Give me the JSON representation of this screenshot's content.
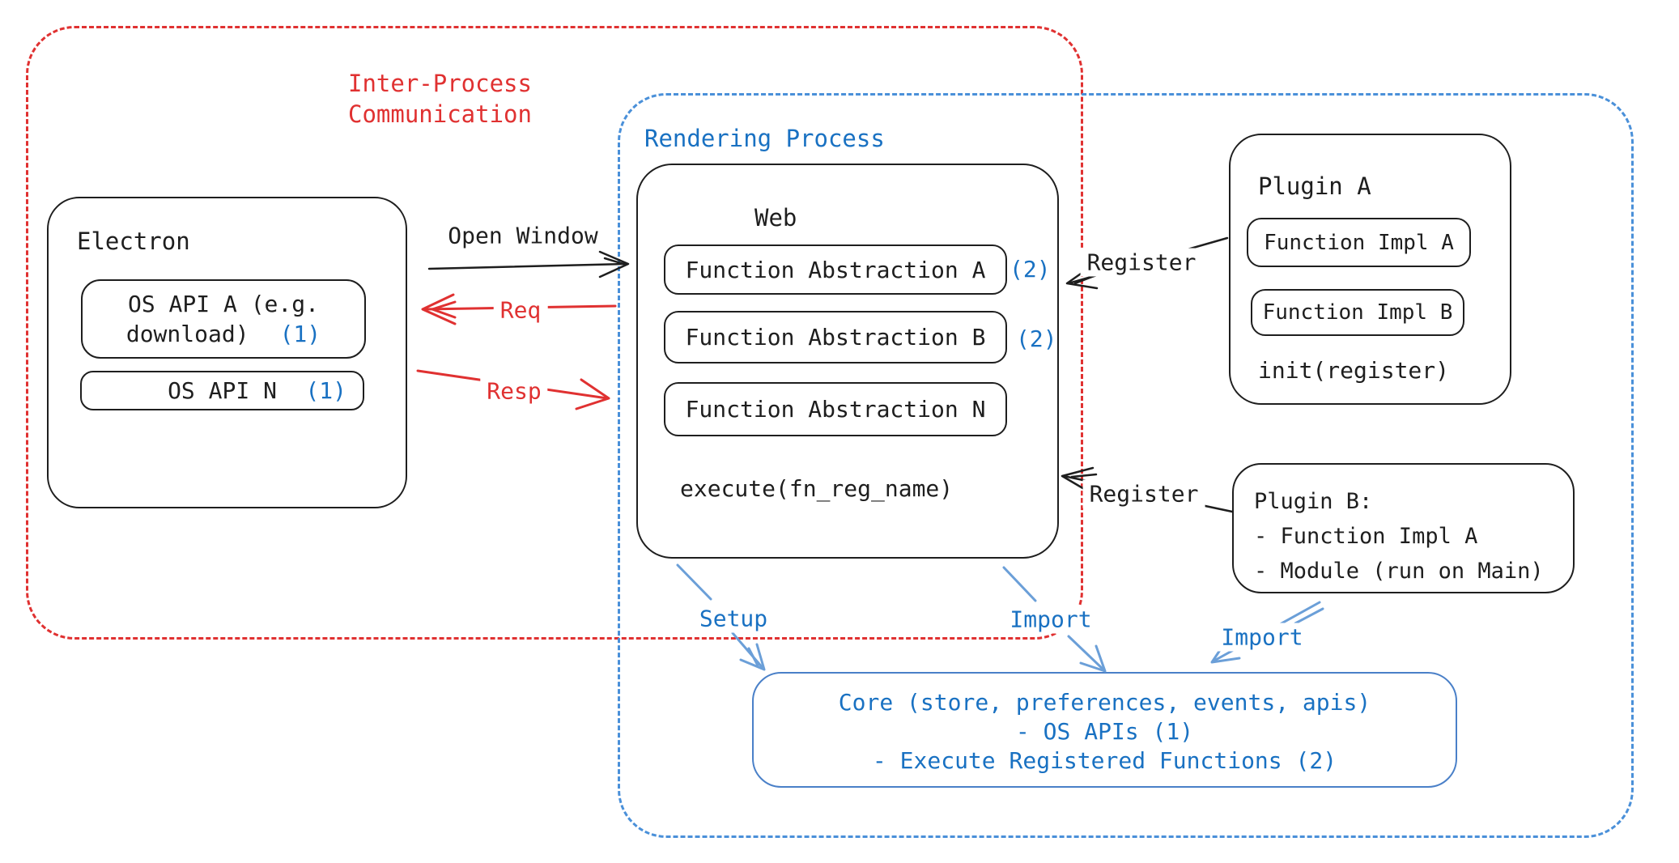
{
  "diagram": {
    "ipc": {
      "title_line1": "Inter-Process",
      "title_line2": "Communication"
    },
    "rendering_process": {
      "title": "Rendering Process"
    },
    "electron": {
      "title": "Electron",
      "os_api_a_line1": "OS API A (e.g.",
      "os_api_a_line2": "download)",
      "os_api_a_ref": "(1)",
      "os_api_n": "OS API N",
      "os_api_n_ref": "(1)"
    },
    "web": {
      "title": "Web",
      "function_abstraction_a": "Function Abstraction A",
      "function_abstraction_a_ref": "(2)",
      "function_abstraction_b": "Function Abstraction B",
      "function_abstraction_b_ref": "(2)",
      "function_abstraction_n": "Function Abstraction N",
      "execute_label": "execute(fn_reg_name)"
    },
    "plugin_a": {
      "title": "Plugin A",
      "function_impl_a": "Function Impl A",
      "function_impl_b": "Function Impl B",
      "init_label": "init(register)"
    },
    "plugin_b": {
      "title": "Plugin B:",
      "item_1": "- Function Impl A",
      "item_2": "- Module (run on Main)"
    },
    "core": {
      "line1": "Core (store, preferences, events, apis)",
      "line2": "- OS APIs (1)",
      "line3": "- Execute Registered Functions (2)"
    },
    "labels": {
      "open_window": "Open Window",
      "req": "Req",
      "resp": "Resp",
      "register_plugin_a": "Register",
      "register_plugin_b": "Register",
      "setup": "Setup",
      "import_web": "Import",
      "import_plugin_b": "Import"
    },
    "colors": {
      "red": "#e03131",
      "blue": "#1971c2",
      "black": "#1e1e1e",
      "arrow_blue": "#6b9fd8",
      "blue_dashed_border": "#4a90d9",
      "core_border": "#4a80c8"
    }
  }
}
